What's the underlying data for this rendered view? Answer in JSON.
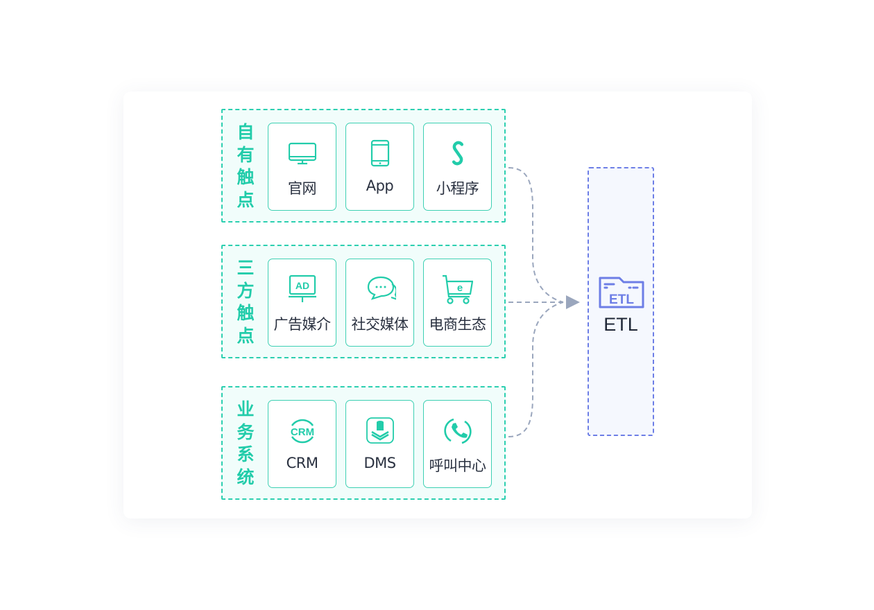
{
  "groups": [
    {
      "label": [
        "自",
        "有",
        "触",
        "点"
      ],
      "items": [
        {
          "label": "官网",
          "icon": "monitor-icon"
        },
        {
          "label": "App",
          "icon": "phone-icon"
        },
        {
          "label": "小程序",
          "icon": "mini-program-icon"
        }
      ]
    },
    {
      "label": [
        "三",
        "方",
        "触",
        "点"
      ],
      "items": [
        {
          "label": "广告媒介",
          "icon": "ad-board-icon"
        },
        {
          "label": "社交媒体",
          "icon": "chat-icon"
        },
        {
          "label": "电商生态",
          "icon": "cart-icon"
        }
      ]
    },
    {
      "label": [
        "业",
        "务",
        "系",
        "统"
      ],
      "items": [
        {
          "label": "CRM",
          "icon": "crm-icon"
        },
        {
          "label": "DMS",
          "icon": "database-icon"
        },
        {
          "label": "呼叫中心",
          "icon": "call-icon"
        }
      ]
    }
  ],
  "icon_text": {
    "ad": "AD",
    "cart": "e",
    "crm": "CRM",
    "etl": "ETL"
  },
  "etl": {
    "label": "ETL",
    "icon": "etl-folder-icon"
  },
  "colors": {
    "teal": "#22ccaa",
    "purple": "#6d7ee6",
    "arrow": "#9aa6bd"
  }
}
